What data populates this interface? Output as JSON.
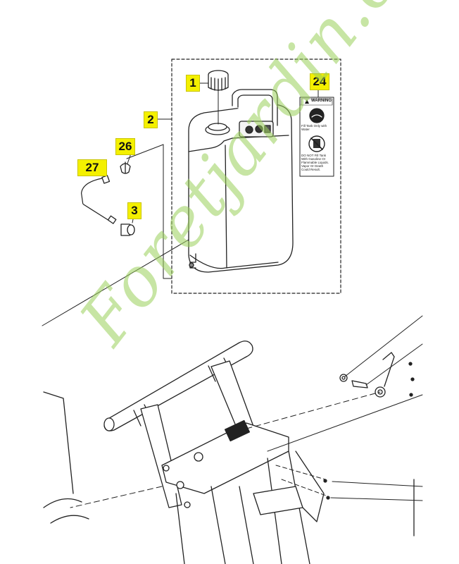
{
  "callouts": {
    "c1": "1",
    "c2": "2",
    "c3": "3",
    "c24": "24",
    "c26": "26",
    "c27": "27"
  },
  "warning_label": {
    "title": "WARNING",
    "line1": "Fill Tank Only with Water",
    "line2": "DO NOT Fill Tank With Gasoline Or Flammable Liquids. Vapor Or Death Could Result."
  },
  "watermark": "Foretjardin.com",
  "colors": {
    "callout_bg": "#f4f000",
    "watermark": "#9bd05a",
    "line": "#222222"
  }
}
